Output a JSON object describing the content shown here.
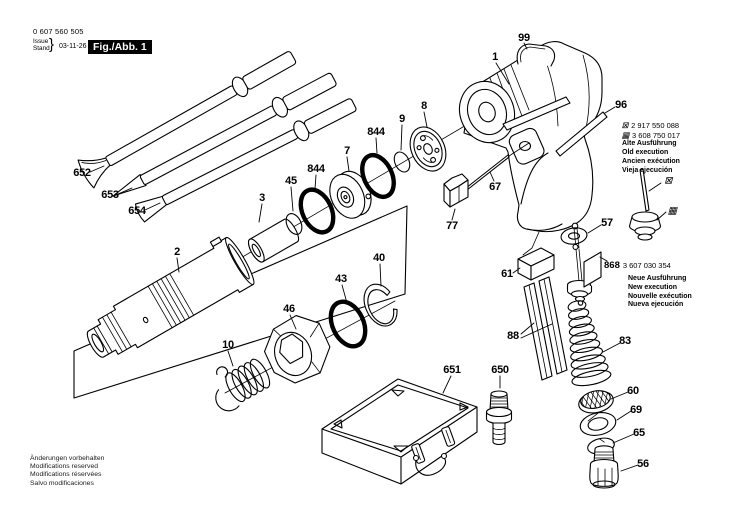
{
  "header": {
    "doc_number": "0 607 560 505",
    "issue_label": "Issue",
    "stand_label": "Stand",
    "brace": "}",
    "date": "03-11-26",
    "figure_label": "Fig./Abb. 1"
  },
  "callouts": {
    "652": "652",
    "653": "653",
    "654": "654",
    "2": "2",
    "3": "3",
    "10": "10",
    "46": "46",
    "43": "43",
    "40": "40",
    "45": "45",
    "844a": "844",
    "7": "7",
    "844b": "844",
    "9": "9",
    "8": "8",
    "99": "99",
    "1": "1",
    "96": "96",
    "67": "67",
    "77": "77",
    "57": "57",
    "61": "61",
    "88": "88",
    "83": "83",
    "60": "60",
    "69": "69",
    "65": "65",
    "56": "56",
    "651": "651",
    "650": "650"
  },
  "markers": {
    "superseded": "⊠",
    "replacement": "▦"
  },
  "old_execution": {
    "part_old": "2 917 550 088",
    "part_new": "3 608 750 017",
    "line1": "Alte Ausführung",
    "line2": "Old execution",
    "line3": "Ancien exécution",
    "line4": "Vieja ejecución"
  },
  "new_execution": {
    "ref": "868",
    "part": "3 607 030 354",
    "line1": "Neue Ausführung",
    "line2": "New execution",
    "line3": "Nouvelle exécution",
    "line4": "Nueva ejecución"
  },
  "footer": {
    "line1": "Änderungen vorbehalten",
    "line2": "Modifications reserved",
    "line3": "Modifications réservées",
    "line4": "Salvo modificaciones"
  }
}
